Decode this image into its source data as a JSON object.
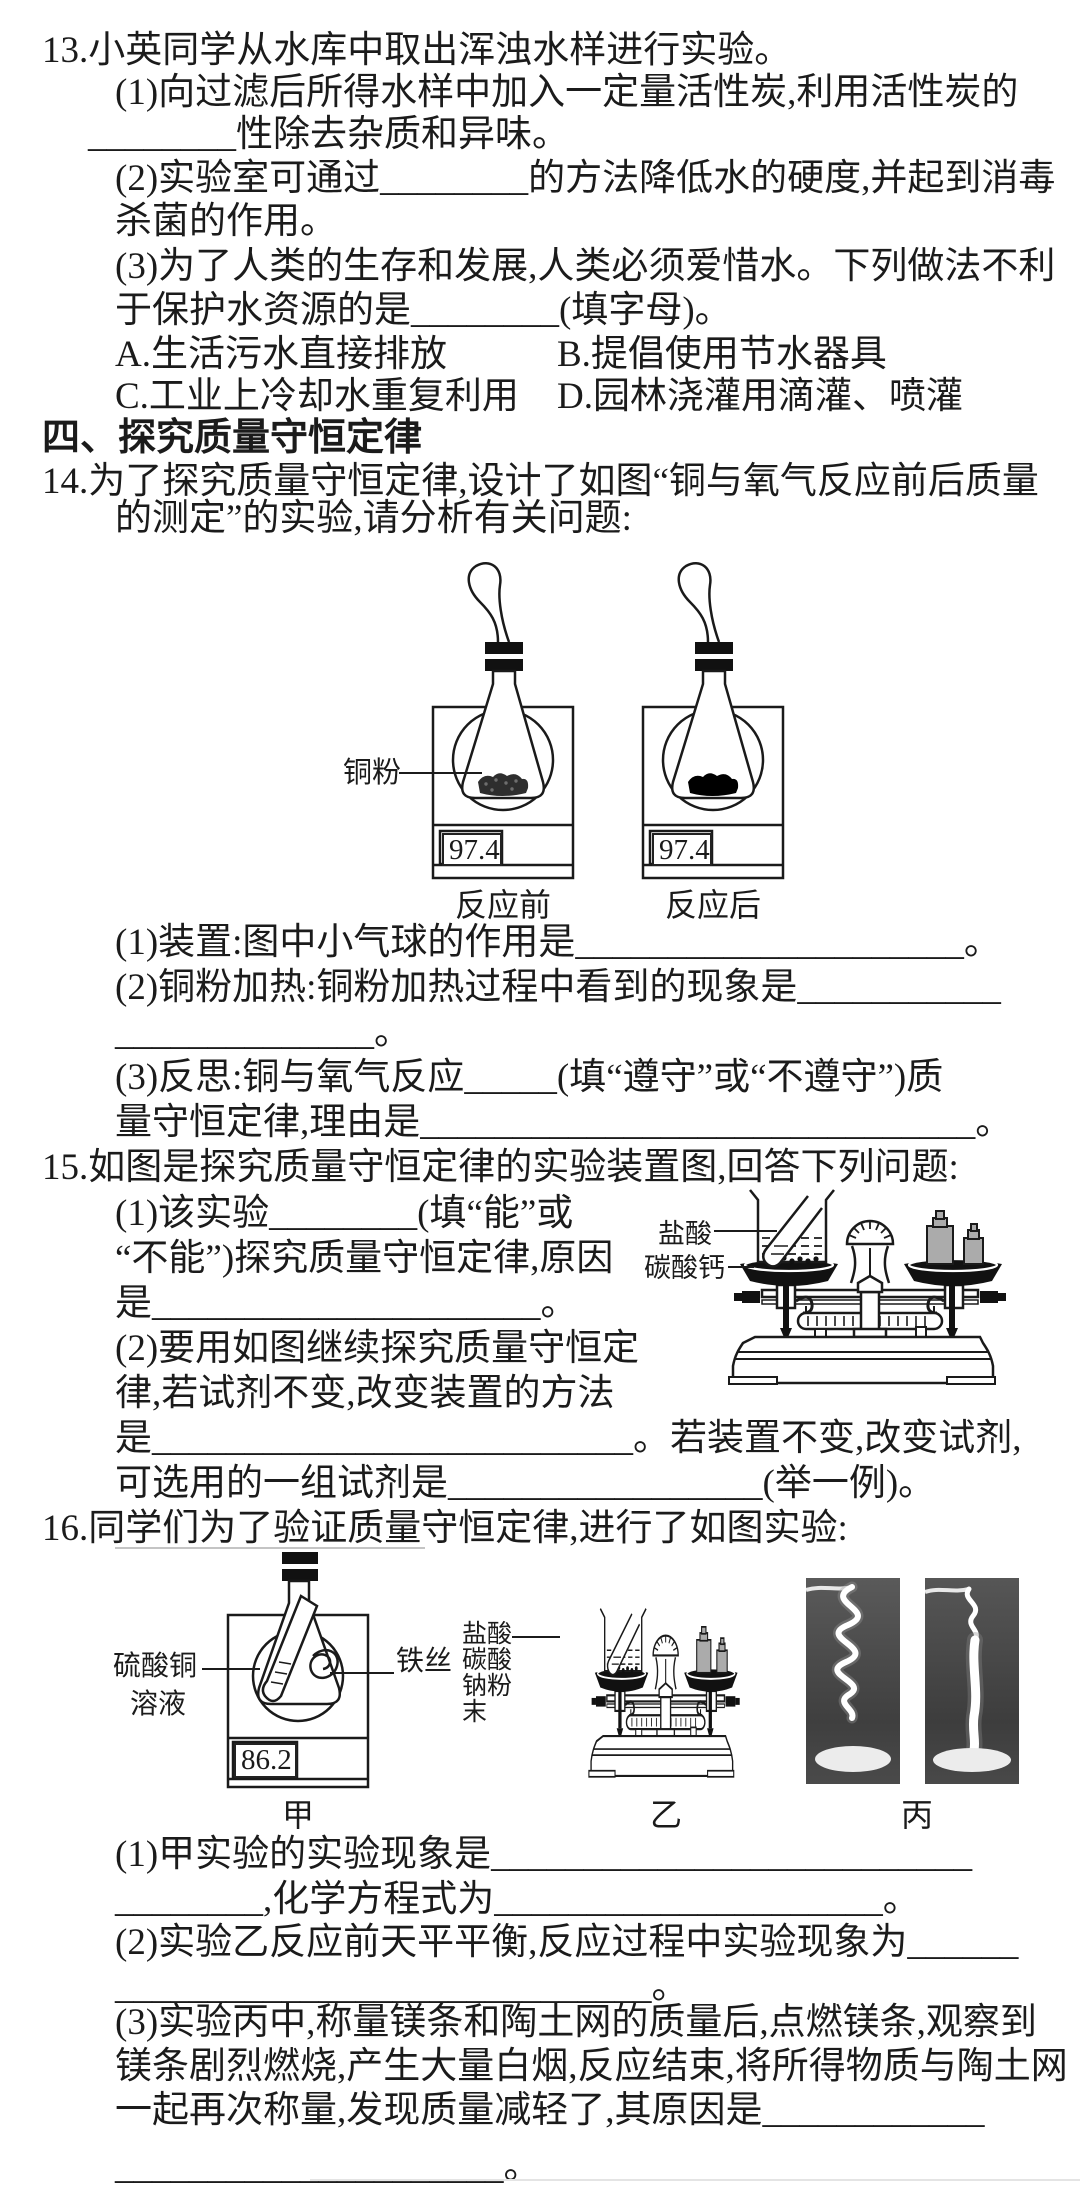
{
  "q13": {
    "lines": [
      "13.小英同学从水库中取出浑浊水样进行实验。",
      "(1)向过滤后所得水样中加入一定量活性炭,利用活性炭的",
      "________性除去杂质和异味。",
      "(2)实验室可通过________的方法降低水的硬度,并起到消毒",
      "杀菌的作用。",
      "(3)为了人类的生存和发展,人类必须爱惜水。下列做法不利",
      "于保护水资源的是________(填字母)。"
    ],
    "options": [
      "A.生活污水直接排放",
      "B.提倡使用节水器具",
      "C.工业上冷却水重复利用",
      "D.园林浇灌用滴灌、喷灌"
    ]
  },
  "section4": {
    "title": "四、探究质量守恒定律"
  },
  "q14": {
    "lines": [
      "14.为了探究质量守恒定律,设计了如图“铜与氧气反应前后质量",
      "的测定”的实验,请分析有关问题:"
    ],
    "diagram": {
      "powder_label": "铜粉",
      "before": {
        "reading": "97.4",
        "caption": "反应前"
      },
      "after": {
        "reading": "97.4",
        "caption": "反应后"
      }
    },
    "sub": [
      "(1)装置:图中小气球的作用是_____________________。",
      "(2)铜粉加热:铜粉加热过程中看到的现象是___________",
      "______________。",
      "(3)反思:铜与氧气反应_____(填“遵守”或“不遵守”)质",
      "量守恒定律,理由是______________________________。"
    ]
  },
  "q15": {
    "header": "15.如图是探究质量守恒定律的实验装置图,回答下列问题:",
    "left": [
      "(1)该实验________(填“能”或",
      "“不能”)探究质量守恒定律,原因",
      "是_____________________。",
      "(2)要用如图继续探究质量守恒定",
      "律,若试剂不变,改变装置的方法"
    ],
    "full": [
      "是__________________________。若装置不变,改变试剂,",
      "可选用的一组试剂是_________________(举一例)。"
    ],
    "diagram": {
      "label_acid": "盐酸",
      "label_carbonate": "碳酸钙"
    }
  },
  "q16": {
    "header": "16.同学们为了验证质量守恒定律,进行了如图实验:",
    "diagram": {
      "jia": {
        "label_solution_1": "硫酸铜",
        "label_solution_2": "溶液",
        "label_wire": "铁丝",
        "reading": "86.2",
        "caption": "甲"
      },
      "yi": {
        "label_lines": [
          "盐酸",
          "碳酸",
          "钠粉",
          "末"
        ],
        "caption": "乙"
      },
      "bing": {
        "caption": "丙"
      }
    },
    "sub": [
      "(1)甲实验的实验现象是__________________________",
      "________,化学方程式为_____________________。",
      "(2)实验乙反应前天平平衡,反应过程中实验现象为______",
      "_____________________________。",
      "(3)实验丙中,称量镁条和陶土网的质量后,点燃镁条,观察到",
      "镁条剧烈燃烧,产生大量白烟,反应结束,将所得物质与陶土网",
      "一起再次称量,发现质量减轻了,其原因是____________",
      "_____________________。"
    ]
  }
}
